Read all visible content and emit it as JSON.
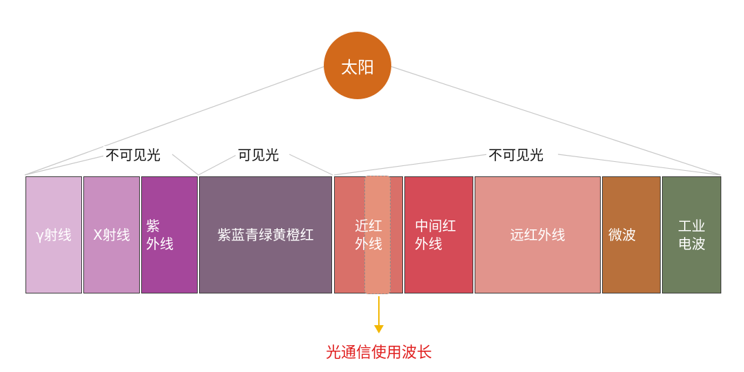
{
  "source": {
    "label": "太阳",
    "color": "#d2691b"
  },
  "groups": [
    {
      "label": "不可见光"
    },
    {
      "label": "可见光"
    },
    {
      "label": "不可见光"
    }
  ],
  "bands": [
    {
      "label": "γ射线",
      "color": "#dbb4d6"
    },
    {
      "label": "X射线",
      "color": "#c98fc0"
    },
    {
      "label": "紫\n外线",
      "color": "#a5479b"
    },
    {
      "label": "紫蓝青绿黄橙红",
      "color": "#80657e"
    },
    {
      "label": "近红\n外线",
      "color": "#d97069"
    },
    {
      "label": "中间红\n外线",
      "color": "#d54b57"
    },
    {
      "label": "远红外线",
      "color": "#e1948c"
    },
    {
      "label": "微波",
      "color": "#b8703b"
    },
    {
      "label": "工业\n电波",
      "color": "#6e7f5e"
    }
  ],
  "annotation": {
    "label": "光通信使用波长",
    "arrow_color": "#f2b705",
    "text_color": "#e02020",
    "highlight_color": "#e6917a"
  }
}
